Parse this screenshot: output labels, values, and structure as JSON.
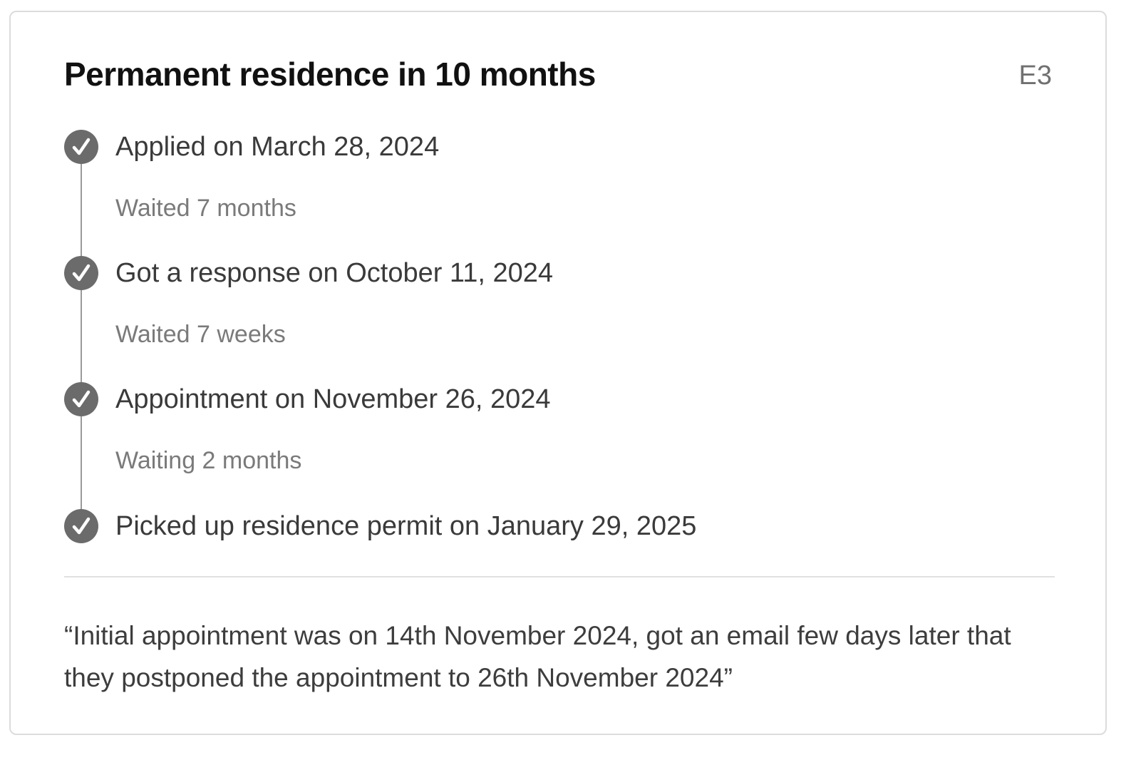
{
  "card": {
    "title": "Permanent residence in 10 months",
    "code": "E3",
    "timeline": [
      {
        "label": "Applied on March 28, 2024",
        "icon": "check-circle-icon"
      },
      {
        "wait": "Waited 7 months"
      },
      {
        "label": "Got a response on October 11, 2024",
        "icon": "check-circle-icon"
      },
      {
        "wait": "Waited 7 weeks"
      },
      {
        "label": "Appointment on November 26, 2024",
        "icon": "check-circle-icon"
      },
      {
        "wait": "Waiting 2 months"
      },
      {
        "label": "Picked up residence permit on January 29, 2025",
        "icon": "check-circle-icon"
      }
    ],
    "quote": "“Initial appointment was on 14th November 2024, got an email few days later that they postponed the appointment to 26th November 2024”"
  },
  "colors": {
    "check_fill": "#6b6b6b",
    "line": "#9a9a9a",
    "divider": "#e0e0e0"
  }
}
